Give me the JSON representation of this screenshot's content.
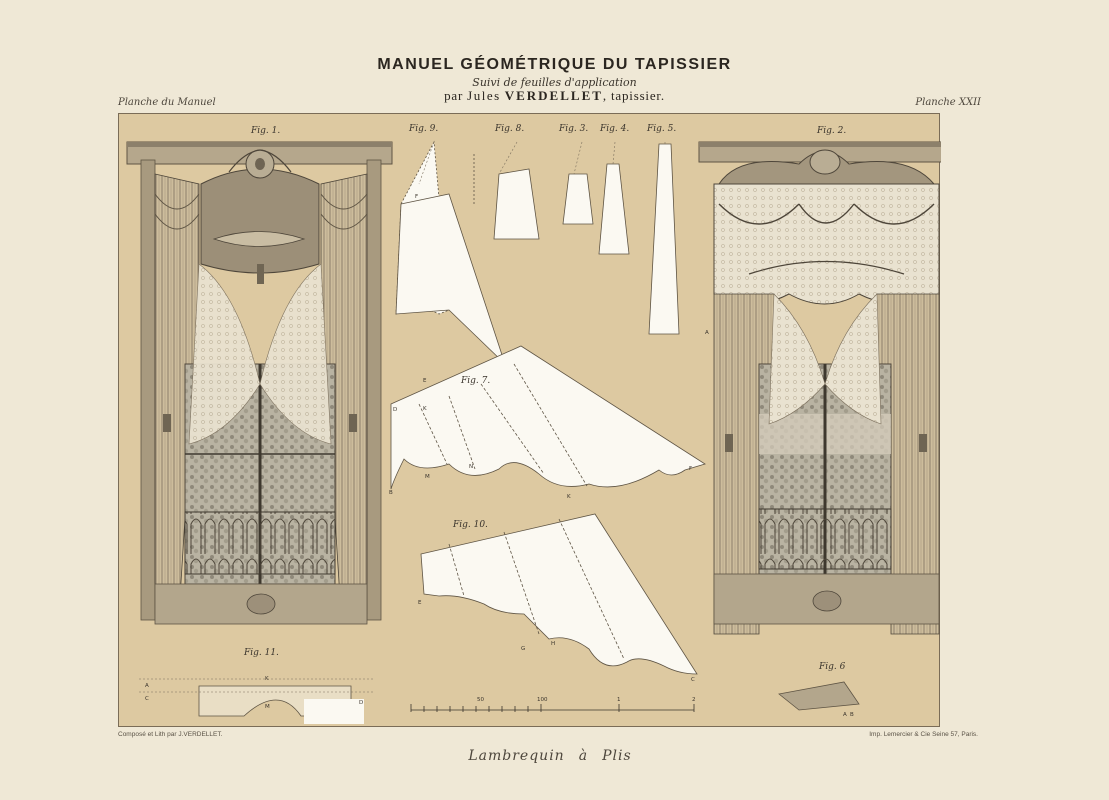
{
  "header": {
    "title": "MANUEL GÉOMÉTRIQUE DU TAPISSIER",
    "subtitle": "Suivi de feuilles d'application",
    "author_prefix": "par",
    "author_name": "Jules",
    "author_surname": "VERDELLET",
    "author_suffix": ", tapissier."
  },
  "corners": {
    "left": "Planche du Manuel",
    "right": "Planche XXII"
  },
  "figures": {
    "fig1": "Fig. 1.",
    "fig2": "Fig. 2.",
    "fig3": "Fig. 3.",
    "fig4": "Fig. 4.",
    "fig5": "Fig. 5.",
    "fig6": "Fig. 6",
    "fig7": "Fig. 7.",
    "fig8": "Fig. 8.",
    "fig9": "Fig. 9.",
    "fig10": "Fig. 10.",
    "fig11": "Fig. 11."
  },
  "letters": {
    "a": "A",
    "b": "B",
    "c": "C",
    "d": "D",
    "e": "E",
    "f": "F",
    "g": "G",
    "h": "H",
    "k": "K",
    "m": "M",
    "n": "N"
  },
  "scale": {
    "mid_label": "50",
    "hundred_label": "100",
    "m1": "1",
    "m2": "2"
  },
  "footer": {
    "credit_left": "Composé et Lith par J.VERDELLET.",
    "credit_right": "Imp. Lemercier & Cie Seine 57, Paris.",
    "caption_1": "Lambrequin",
    "caption_2": "à",
    "caption_3": "Plis"
  },
  "colors": {
    "paper": "#efe8d6",
    "plate": "#ddc9a1",
    "ink": "#3a342c",
    "pattern_white": "#fbf9f2"
  }
}
